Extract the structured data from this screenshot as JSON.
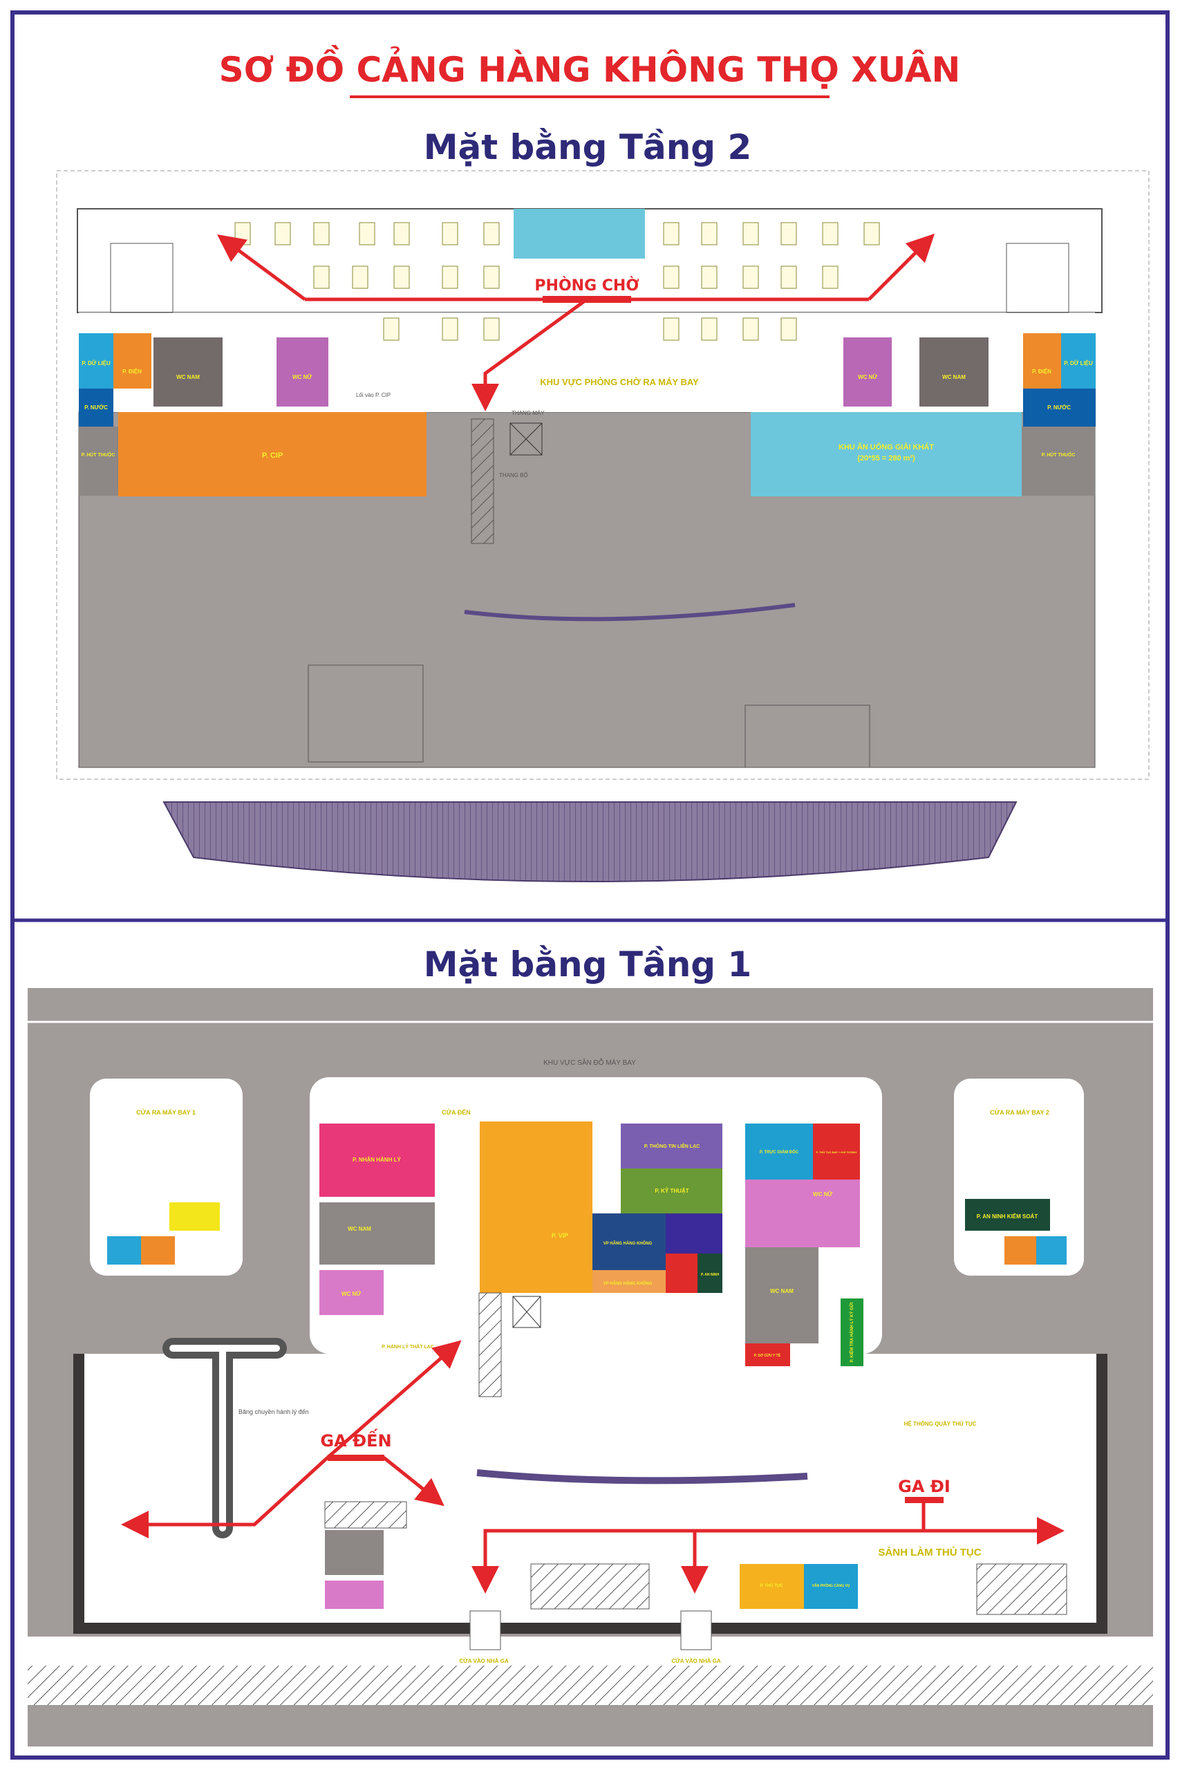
{
  "title": "SƠ ĐỒ CẢNG HÀNG KHÔNG THỌ XUÂN",
  "floor2": {
    "heading": "Mặt bằng Tầng 2",
    "waiting_room": "PHÒNG CHỜ",
    "waiting_area": "KHU VỰC PHÒNG CHỜ RA MÁY BAY",
    "cip": "P. CIP",
    "food_area": "KHU ĂN UỐNG GIẢI KHÁT",
    "food_area_size": "(20*55 = 280 m²)",
    "elevator": "THANG MÁY",
    "stairs": "THANG BỘ",
    "wc_men": "WC NAM",
    "wc_women": "WC NỮ",
    "water_left": "P. NƯỚC",
    "water_right": "P. NƯỚC",
    "smoking_left": "P. HÚT THUỐC",
    "smoking_right": "P. HÚT THUỐC",
    "data_left": "P. DỮ LIỆU",
    "data_right": "P. DỮ LIỆU",
    "power_left": "P. ĐIỆN",
    "power_right": "P. ĐIỆN",
    "cip_entrance": "Lối vào P. CIP"
  },
  "floor1": {
    "heading": "Mặt bằng Tầng 1",
    "apron": "KHU VỰC SÂN ĐỖ MÁY BAY",
    "gate1": "CỬA RA MÁY BAY 1",
    "gate2": "CỬA RA MÁY BAY 2",
    "arrival_door": "CỬA ĐẾN",
    "baggage_claim": "P. NHẬN HÀNH LÝ",
    "wc_men": "WC NAM",
    "wc_women": "WC NỮ",
    "vip": "P. VIP",
    "comms": "P. THÔNG TIN LIÊN LẠC",
    "technical": "P. KỸ THUẬT",
    "airline_office": "VP HÃNG HÀNG KHÔNG",
    "airline_office2": "VP HÃNG HÀNG KHÔNG",
    "security": "P. AN NINH",
    "director": "P. TRỰC GIÁM ĐỐC",
    "flight_procedures": "P. THỦ TỤC BAY + KHÍ TƯỢNG",
    "first_aid": "P. SƠ CỨU Y TẾ",
    "baggage_check": "P. KIỂM TRA HÀNH LÝ KÝ GỬI",
    "security_check": "P. AN NINH KIỂM SOÁT",
    "lost_found": "P. HÀNH LÝ THẤT LẠC",
    "arrivals": "GA ĐẾN",
    "departures": "GA ĐI",
    "checkin_hall": "SẢNH LÀM THỦ TỤC",
    "checkin_counters": "HỆ THỐNG QUẦY THỦ TỤC",
    "carousel": "Băng chuyền hành lý đến",
    "terminal_entrance_1": "CỬA VÀO NHÀ GA",
    "terminal_entrance_2": "CỬA VÀO NHÀ GA",
    "procedure_office": "P. THỦ TỤC",
    "customs": "VĂN PHÒNG CẢNG VỤ"
  },
  "colors": {
    "frame": "#3b2f8c",
    "title": "#e3262b",
    "heading": "#2e2a78",
    "floor_grey": "#8d8785",
    "arrow": "#e3262b",
    "label": "#f4ee2a"
  }
}
